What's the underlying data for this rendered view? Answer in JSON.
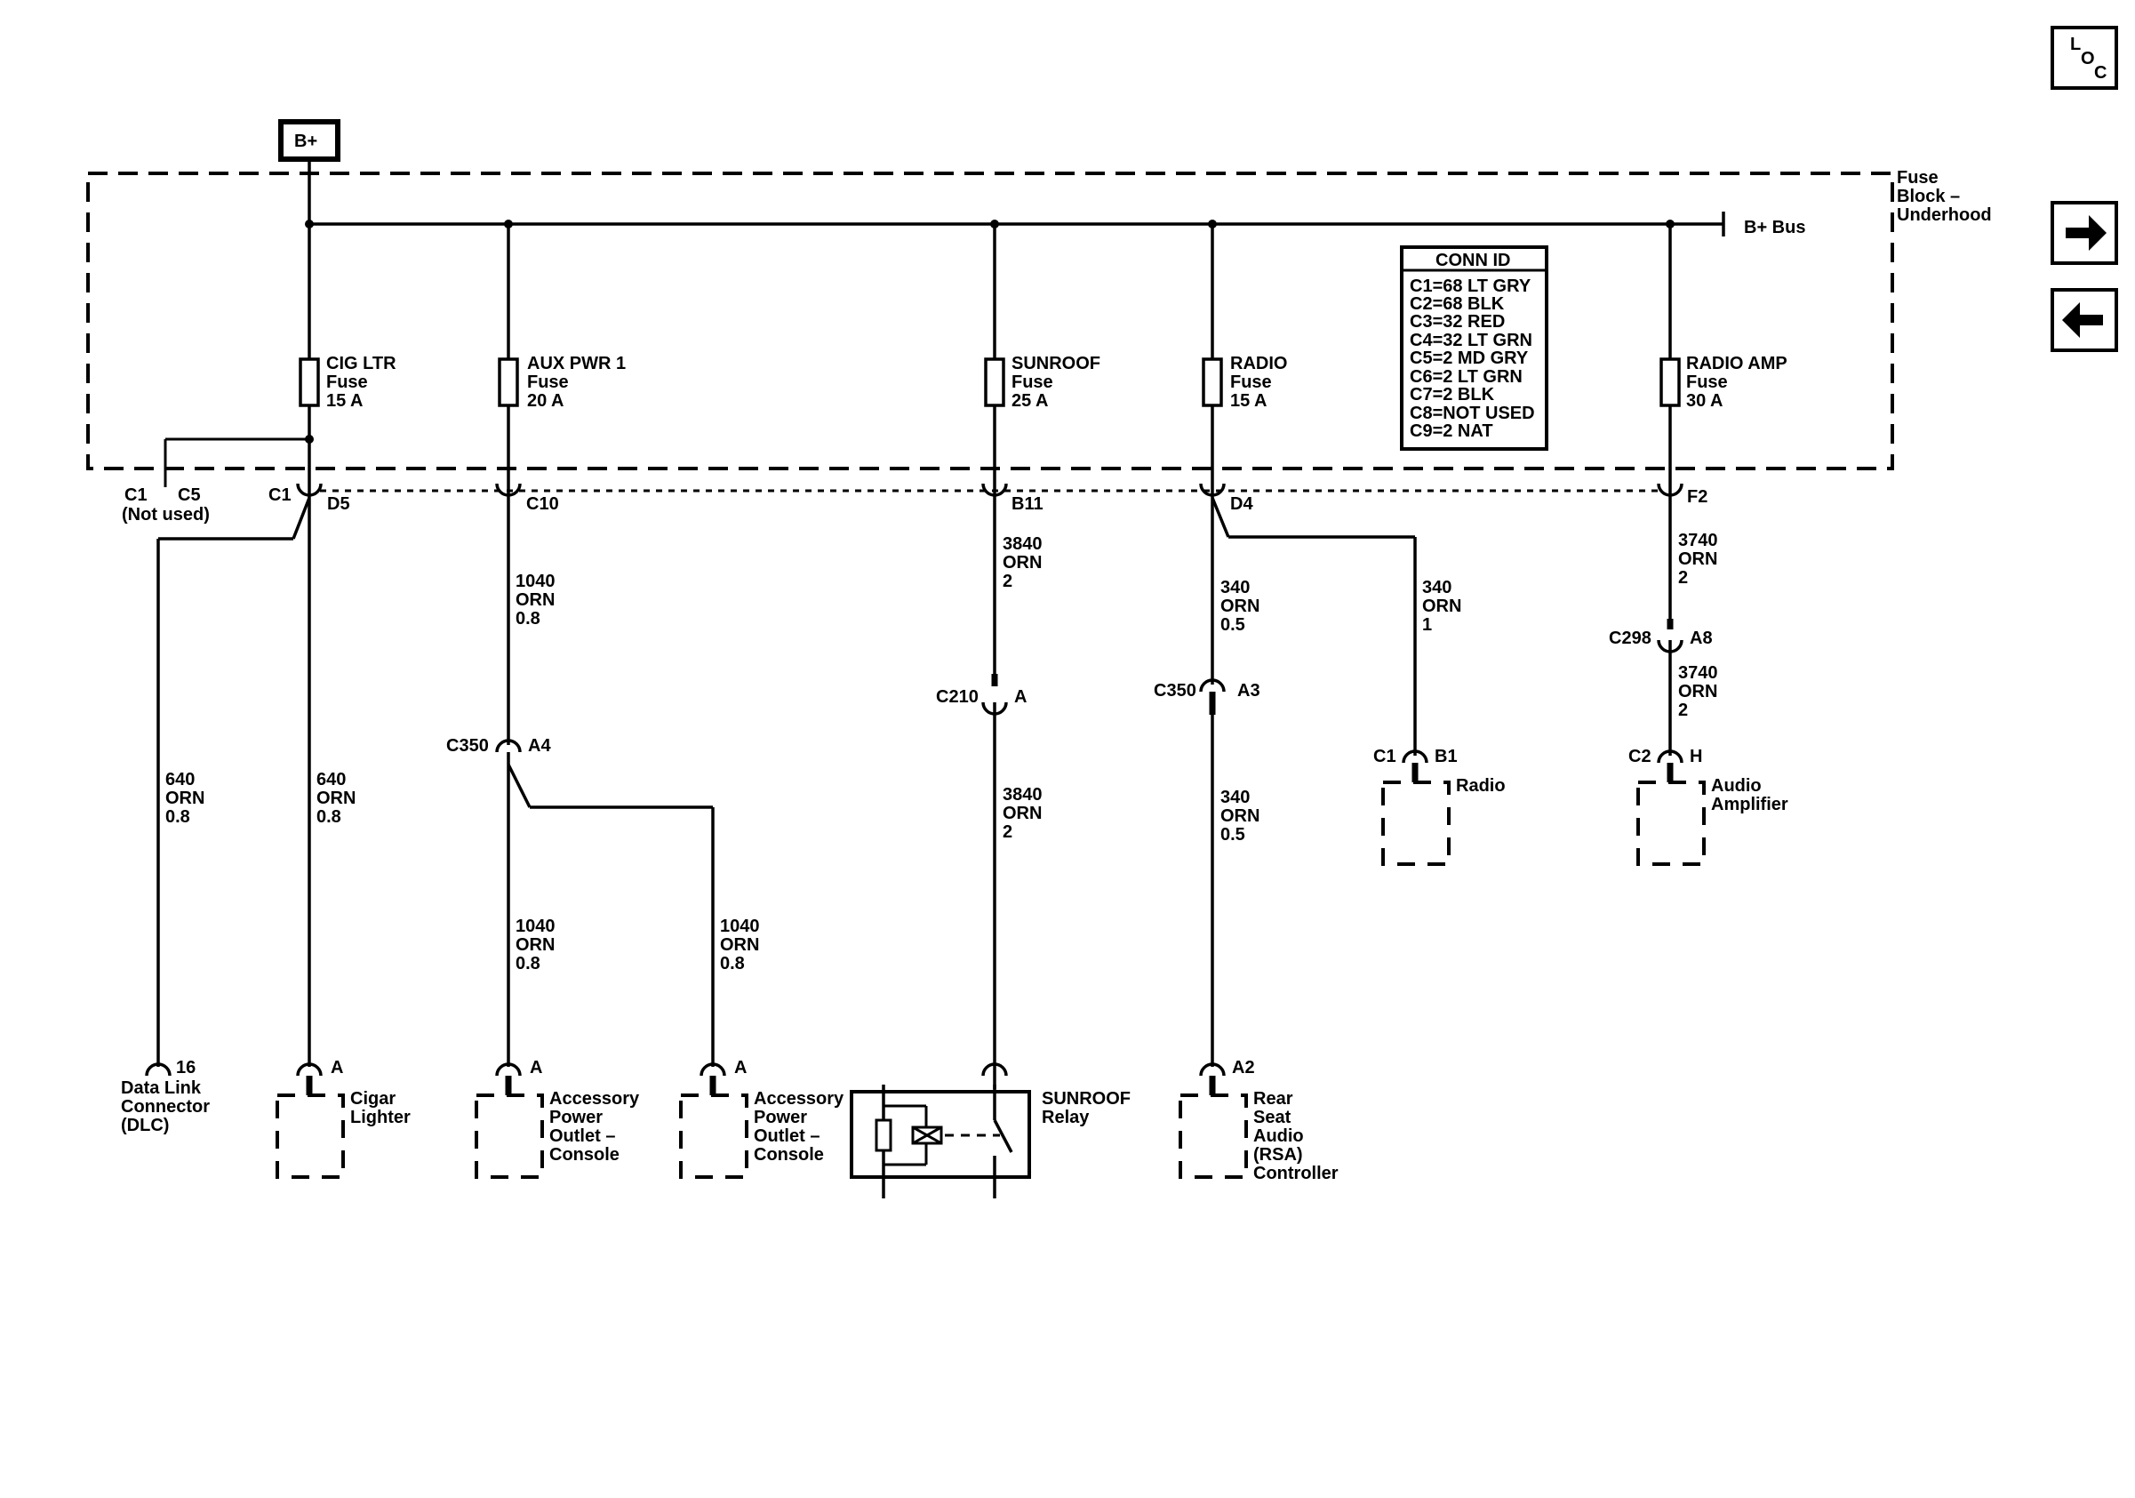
{
  "page": {
    "loc_button": {
      "l": "L",
      "o": "O",
      "c": "C"
    },
    "battery_label": "B+",
    "bus_label": "B+ Bus",
    "fuse_block_label": [
      "Fuse",
      "Block –",
      "Underhood"
    ]
  },
  "conn_id": {
    "title": "CONN ID",
    "lines": [
      "C1=68 LT GRY",
      "C2=68 BLK",
      "C3=32 RED",
      "C4=32 LT GRN",
      "C5=2 MD GRY",
      "C6=2 LT GRN",
      "C7=2 BLK",
      "C8=NOT USED",
      "C9=2 NAT"
    ]
  },
  "fuses": [
    {
      "name": "CIG LTR",
      "type": "Fuse",
      "rating": "15 A"
    },
    {
      "name": "AUX PWR 1",
      "type": "Fuse",
      "rating": "20 A"
    },
    {
      "name": "SUNROOF",
      "type": "Fuse",
      "rating": "25 A"
    },
    {
      "name": "RADIO",
      "type": "Fuse",
      "rating": "15 A"
    },
    {
      "name": "RADIO AMP",
      "type": "Fuse",
      "rating": "30 A"
    }
  ],
  "block_connectors": {
    "c1_left": "C1",
    "c5": "C5",
    "not_used": "(Not used)",
    "c1_cig": "C1",
    "d5": "D5",
    "c10": "C10",
    "b11": "B11",
    "d4": "D4",
    "f2": "F2"
  },
  "wires": {
    "dlc": [
      "640",
      "ORN",
      "0.8"
    ],
    "cig": [
      "640",
      "ORN",
      "0.8"
    ],
    "aux_top": [
      "1040",
      "ORN",
      "0.8"
    ],
    "aux_left": [
      "1040",
      "ORN",
      "0.8"
    ],
    "aux_right": [
      "1040",
      "ORN",
      "0.8"
    ],
    "sunroof_top": [
      "3840",
      "ORN",
      "2"
    ],
    "sunroof_bottom": [
      "3840",
      "ORN",
      "2"
    ],
    "radio_rsa_top": [
      "340",
      "ORN",
      "0.5"
    ],
    "radio_rsa_bottom": [
      "340",
      "ORN",
      "0.5"
    ],
    "radio_unit": [
      "340",
      "ORN",
      "1"
    ],
    "amp_top": [
      "3740",
      "ORN",
      "2"
    ],
    "amp_bottom": [
      "3740",
      "ORN",
      "2"
    ]
  },
  "inline_connectors": {
    "c350_aux": {
      "name": "C350",
      "pin": "A4"
    },
    "c210": {
      "name": "C210",
      "pin": "A"
    },
    "c350_radio": {
      "name": "C350",
      "pin": "A3"
    },
    "c298": {
      "name": "C298",
      "pin": "A8"
    }
  },
  "components": {
    "dlc": {
      "pin": "16",
      "label": [
        "Data Link",
        "Connector",
        "(DLC)"
      ]
    },
    "cigar": {
      "pin": "A",
      "label": [
        "Cigar",
        "Lighter"
      ]
    },
    "apo1": {
      "pin": "A",
      "label": [
        "Accessory",
        "Power",
        "Outlet –",
        "Console"
      ]
    },
    "apo2": {
      "pin": "A",
      "label": [
        "Accessory",
        "Power",
        "Outlet –",
        "Console"
      ]
    },
    "sunroof_relay": {
      "label": [
        "SUNROOF",
        "Relay"
      ]
    },
    "rsa": {
      "pin": "A2",
      "label": [
        "Rear",
        "Seat",
        "Audio",
        "(RSA)",
        "Controller"
      ]
    },
    "radio": {
      "conn": "C1",
      "pin": "B1",
      "label": [
        "Radio"
      ]
    },
    "amp": {
      "conn": "C2",
      "pin": "H",
      "label": [
        "Audio",
        "Amplifier"
      ]
    }
  }
}
